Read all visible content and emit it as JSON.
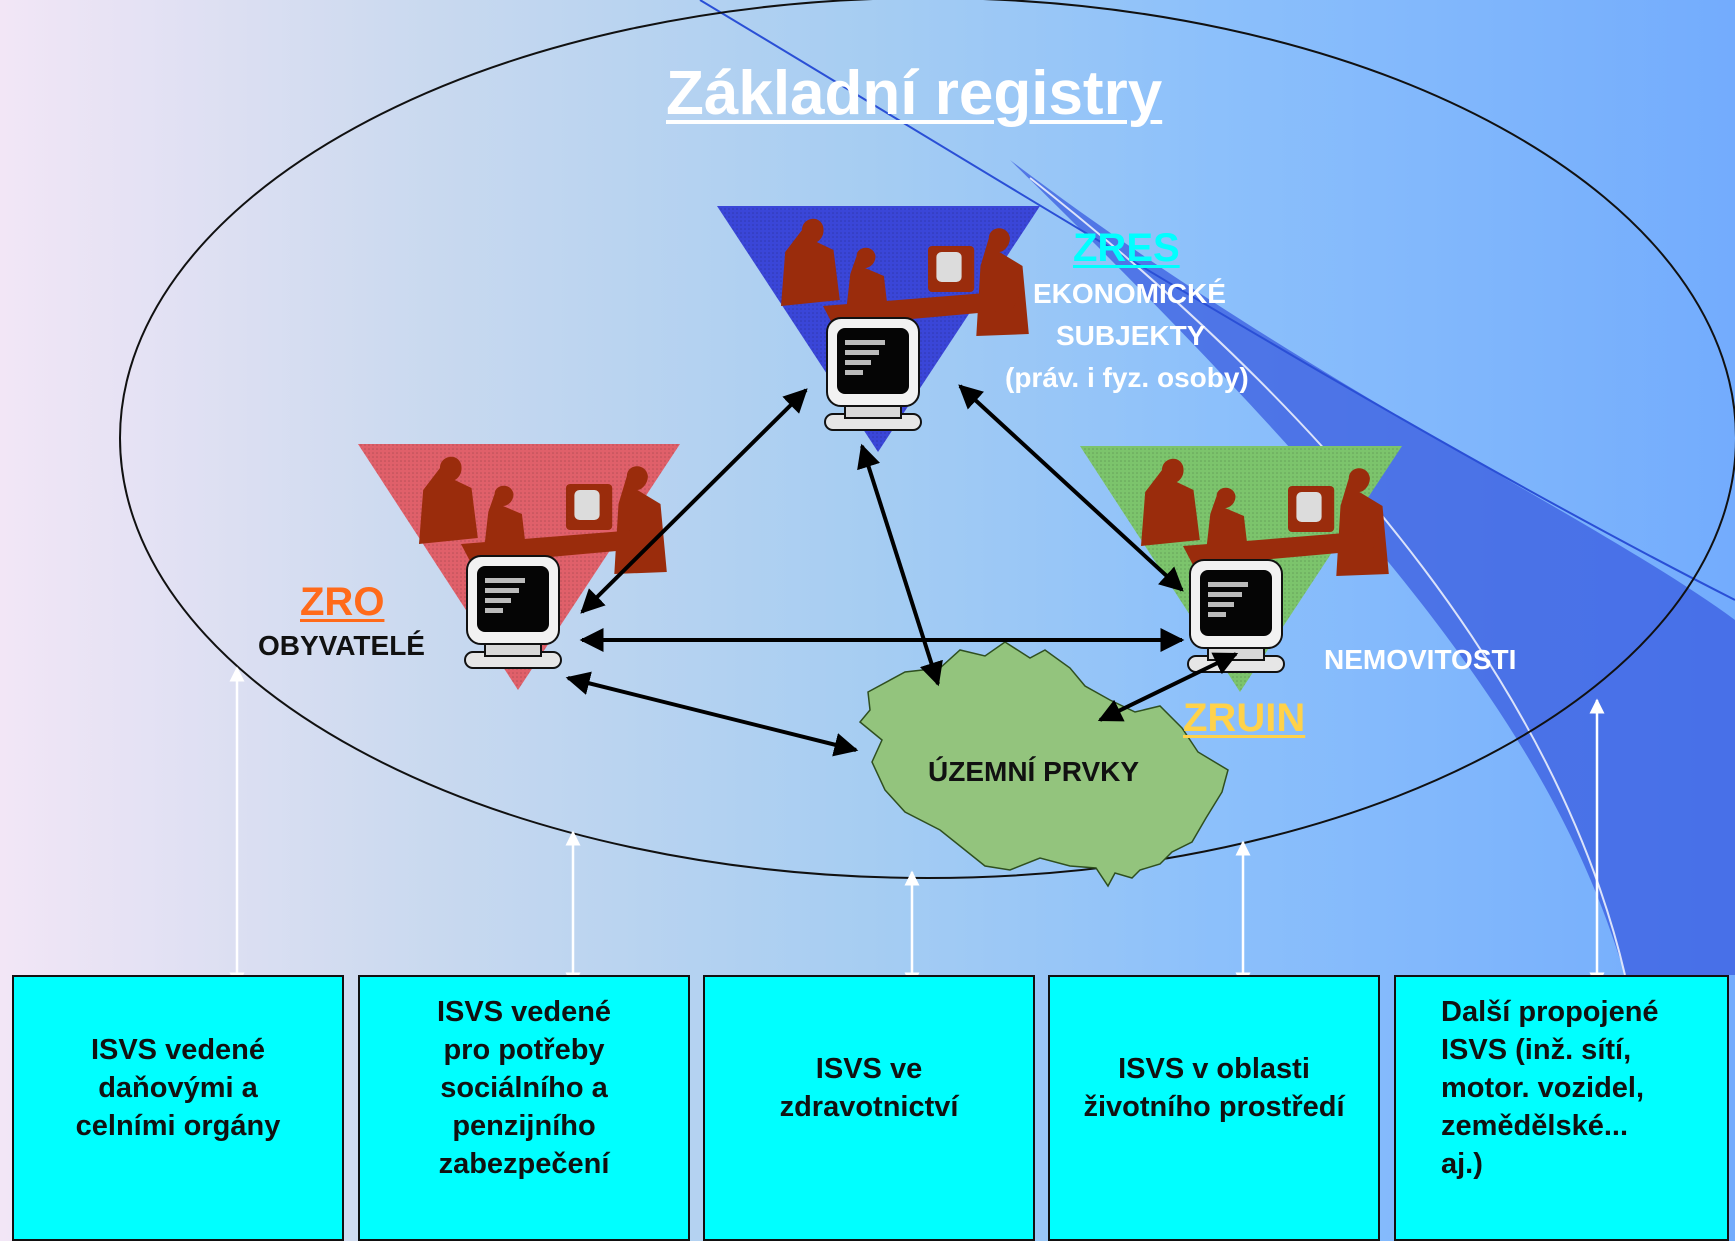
{
  "title": "Základní registry",
  "registries": {
    "zro": {
      "code": "ZRO",
      "name": "OBYVATELÉ",
      "code_color": "#ff6a1a"
    },
    "zres": {
      "code": "ZRES",
      "lines": [
        "EKONOMICKÉ",
        "SUBJEKTY",
        "(práv. i fyz. osoby)"
      ],
      "code_color": "#00ffff"
    },
    "zruin": {
      "code": "ZRUIN",
      "name": "NEMOVITOSTI",
      "code_color": "#ffd24a"
    },
    "territory": {
      "name": "ÚZEMNÍ PRVKY"
    }
  },
  "bottom_boxes": [
    "ISVS vedené\ndaňovými a\ncelními orgány",
    "ISVS vedené\npro potřeby\nsociálního a\npenzijního\nzabezpečení",
    "ISVS ve\nzdravotnictví",
    "ISVS v oblasti\nživotního prostředí",
    "Další propojené\nISVS (inž. sítí,\nmotor. vozidel,\nzemědělské...\naj.)"
  ],
  "colors": {
    "box_fill": "#00ffff",
    "triangle_zro": "#e0606a",
    "triangle_zres": "#3a46d8",
    "triangle_zruin": "#7cc46c",
    "people": "#9a2c0c",
    "map": "#93c47d"
  },
  "icons": [
    "people-at-desk-icon",
    "computer-monitor-icon",
    "czech-map-icon"
  ]
}
